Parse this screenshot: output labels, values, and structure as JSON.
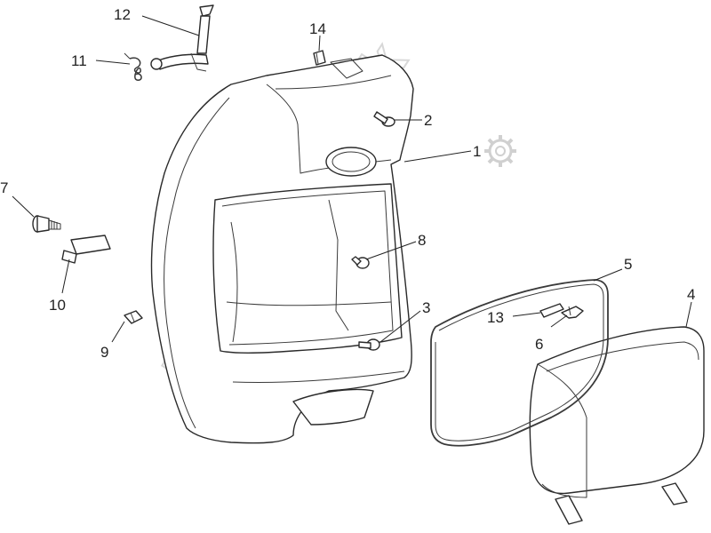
{
  "watermark": {
    "text": "PartsRepublik",
    "icon": "gear-icon",
    "color": "#d8d8d8"
  },
  "callouts": [
    {
      "id": "1",
      "label": "1"
    },
    {
      "id": "2",
      "label": "2"
    },
    {
      "id": "3",
      "label": "3"
    },
    {
      "id": "4",
      "label": "4"
    },
    {
      "id": "5",
      "label": "5"
    },
    {
      "id": "6",
      "label": "6"
    },
    {
      "id": "7",
      "label": "7"
    },
    {
      "id": "8",
      "label": "8"
    },
    {
      "id": "9",
      "label": "9"
    },
    {
      "id": "10",
      "label": "10"
    },
    {
      "id": "11",
      "label": "11"
    },
    {
      "id": "12",
      "label": "12"
    },
    {
      "id": "13",
      "label": "13"
    },
    {
      "id": "14",
      "label": "14"
    }
  ],
  "colors": {
    "line": "#2a2a2a",
    "fill": "#ffffff",
    "shade": "#bdbdbd"
  }
}
